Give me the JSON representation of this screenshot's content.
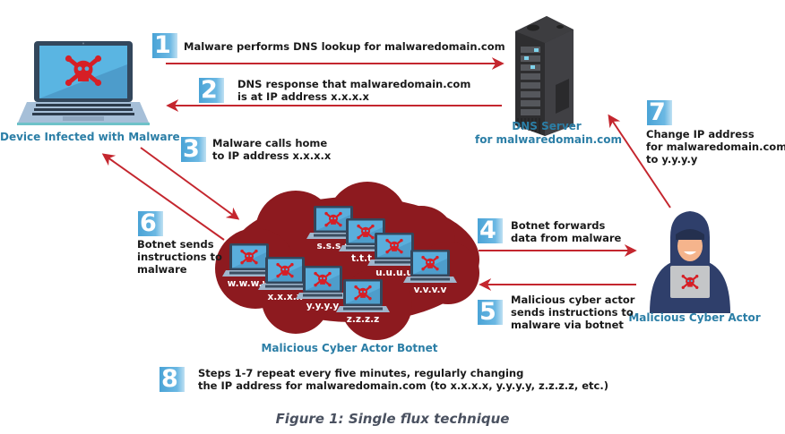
{
  "figure": {
    "caption": "Figure 1: Single flux technique"
  },
  "colors": {
    "arrow": "#c4262e",
    "label_blue": "#2b7ea6",
    "badge_blue": "#4aa3d6",
    "cloud": "#8d1a1f",
    "skull": "#d61f26",
    "hoodie": "#2f3f6b"
  },
  "nodes": {
    "infected_device": {
      "label": "Device Infected with Malware",
      "icon": "infected-laptop-icon"
    },
    "dns_server": {
      "label_line1": "DNS Server",
      "label_line2": "for malwaredomain.com",
      "icon": "server-icon"
    },
    "botnet": {
      "label": "Malicious Cyber Actor Botnet",
      "icon": "cloud-icon",
      "hosts": [
        "s.s.s.s",
        "t.t.t.t",
        "u.u.u.u",
        "v.v.v.v",
        "w.w.w.w",
        "x.x.x.x",
        "y.y.y.y",
        "z.z.z.z"
      ]
    },
    "cyber_actor": {
      "label": "Malicious Cyber Actor",
      "icon": "hacker-icon"
    }
  },
  "steps": [
    {
      "number": "1",
      "lines": [
        "Malware performs DNS lookup for malwaredomain.com"
      ]
    },
    {
      "number": "2",
      "lines": [
        "DNS response that malwaredomain.com",
        "is at IP address x.x.x.x"
      ]
    },
    {
      "number": "3",
      "lines": [
        "Malware calls home",
        "to IP address x.x.x.x"
      ]
    },
    {
      "number": "4",
      "lines": [
        "Botnet forwards",
        "data from malware"
      ]
    },
    {
      "number": "5",
      "lines": [
        "Malicious cyber actor",
        "sends instructions to",
        "malware via botnet"
      ]
    },
    {
      "number": "6",
      "lines": [
        "Botnet sends",
        "instructions to",
        "malware"
      ]
    },
    {
      "number": "7",
      "lines": [
        "Change IP address",
        "for malwaredomain.com",
        "to y.y.y.y"
      ]
    },
    {
      "number": "8",
      "lines": [
        "Steps 1-7 repeat every five minutes, regularly changing",
        "the IP address for malwaredomain.com (to x.x.x.x, y.y.y.y, z.z.z.z, etc.)"
      ]
    }
  ]
}
